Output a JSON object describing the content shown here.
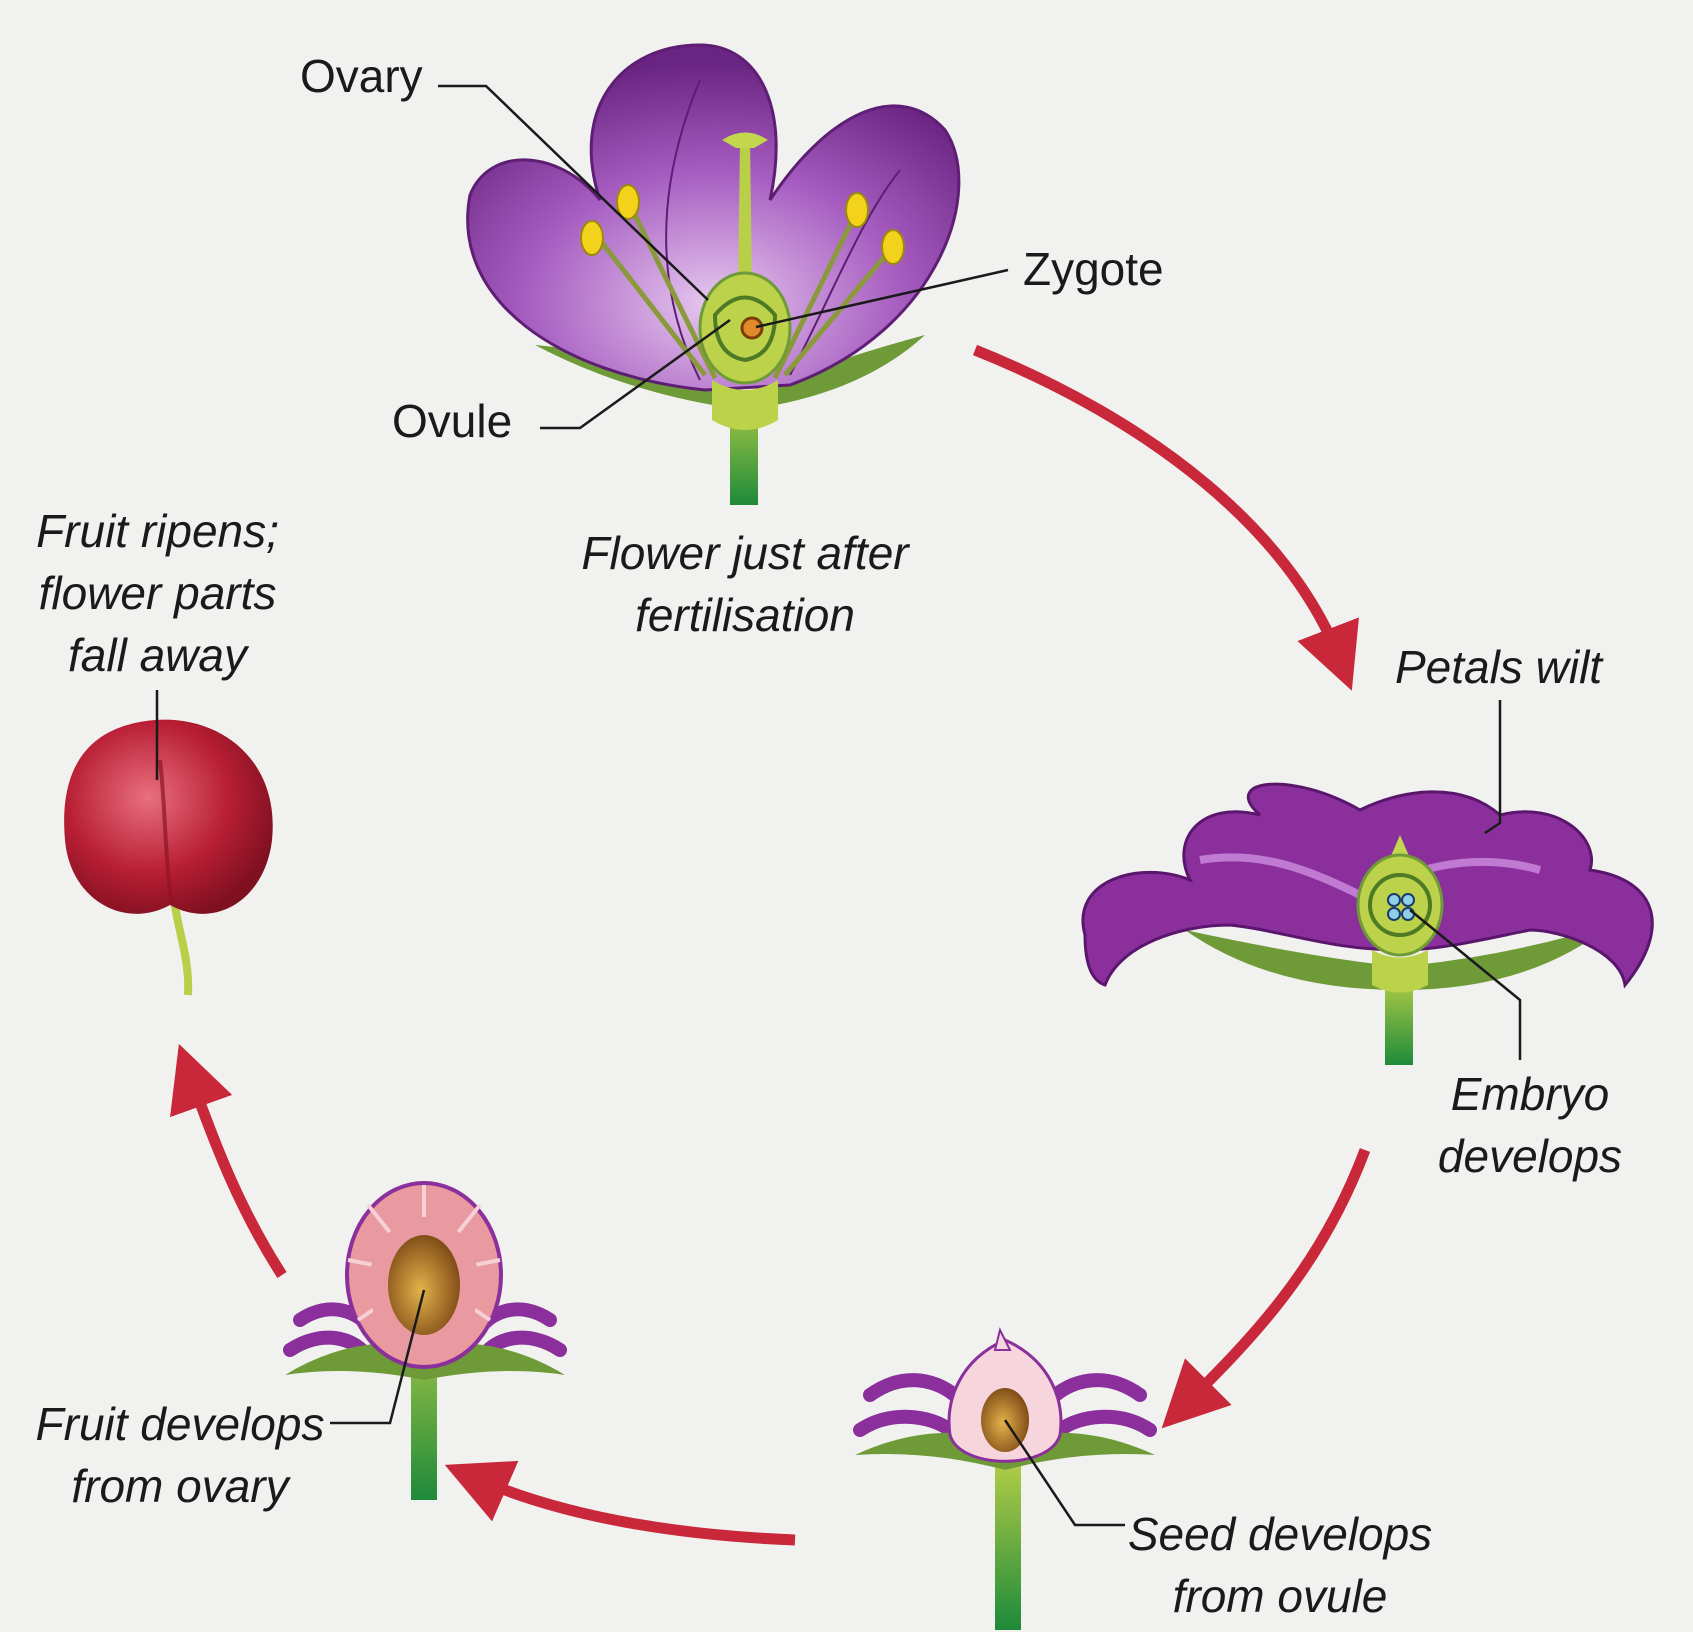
{
  "labels": {
    "ovary": "Ovary",
    "zygote": "Zygote",
    "ovule": "Ovule",
    "flower_caption": [
      "Flower just after",
      "fertilisation"
    ],
    "petals_wilt": "Petals wilt",
    "embryo": [
      "Embryo",
      "develops"
    ],
    "seed": [
      "Seed develops",
      "from ovule"
    ],
    "fruit_develops": [
      "Fruit develops",
      "from ovary"
    ],
    "fruit_ripens": [
      "Fruit ripens;",
      "flower parts",
      "fall away"
    ]
  },
  "colors": {
    "arrow": "#c8283a",
    "petal": "#7b2f8f",
    "petal_light": "#c89ad6",
    "green": "#9bbd3a",
    "stem": "#6a9a2a",
    "fruit": "#b81e34",
    "seed": "#9a5a1c",
    "pulp": "#e89aa0",
    "anther": "#f2d21a"
  },
  "icons": [
    "flower-icon",
    "wilted-flower-icon",
    "seed-flower-icon",
    "fruit-flower-icon",
    "cherry-icon",
    "cycle-arrow-icon"
  ]
}
